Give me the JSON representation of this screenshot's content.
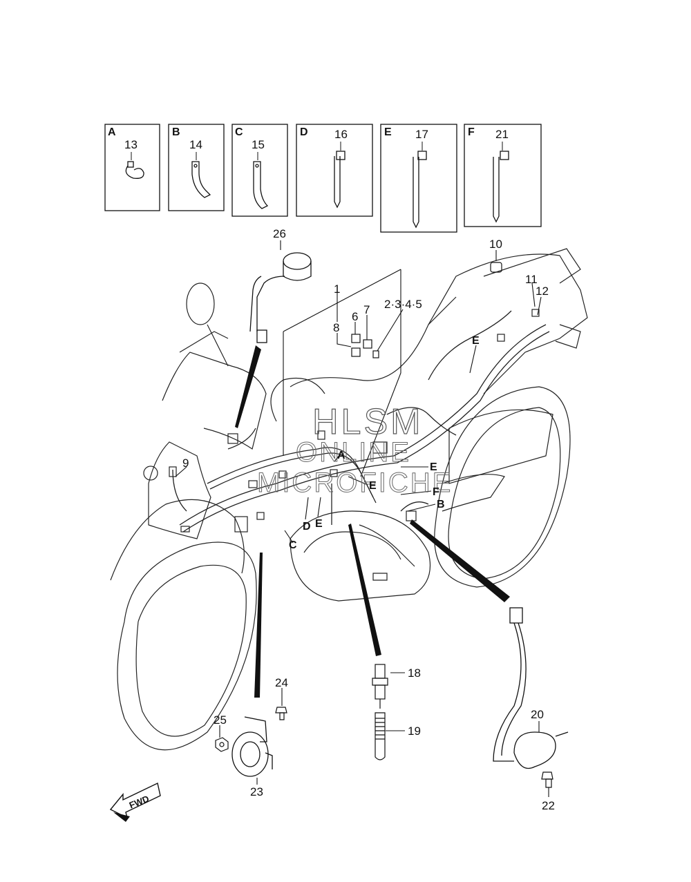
{
  "inset_boxes": [
    {
      "letter": "A",
      "part": "13"
    },
    {
      "letter": "B",
      "part": "14"
    },
    {
      "letter": "C",
      "part": "15"
    },
    {
      "letter": "D",
      "part": "16"
    },
    {
      "letter": "E",
      "part": "17"
    },
    {
      "letter": "F",
      "part": "21"
    }
  ],
  "callouts": {
    "p1": "1",
    "p2345": "2·3·4·5",
    "p6": "6",
    "p7": "7",
    "p8": "8",
    "p9": "9",
    "p10": "10",
    "p11": "11",
    "p12": "12",
    "p18": "18",
    "p19": "19",
    "p20": "20",
    "p22": "22",
    "p23": "23",
    "p24": "24",
    "p25": "25",
    "p26": "26"
  },
  "clamp_letters": {
    "A": "A",
    "B": "B",
    "C": "C",
    "D": "D",
    "E": "E",
    "F": "F"
  },
  "watermark": {
    "line1": "HLSM",
    "line2": "ONLINE",
    "line3": "MICROFICHE"
  },
  "direction_badge": "FWD"
}
